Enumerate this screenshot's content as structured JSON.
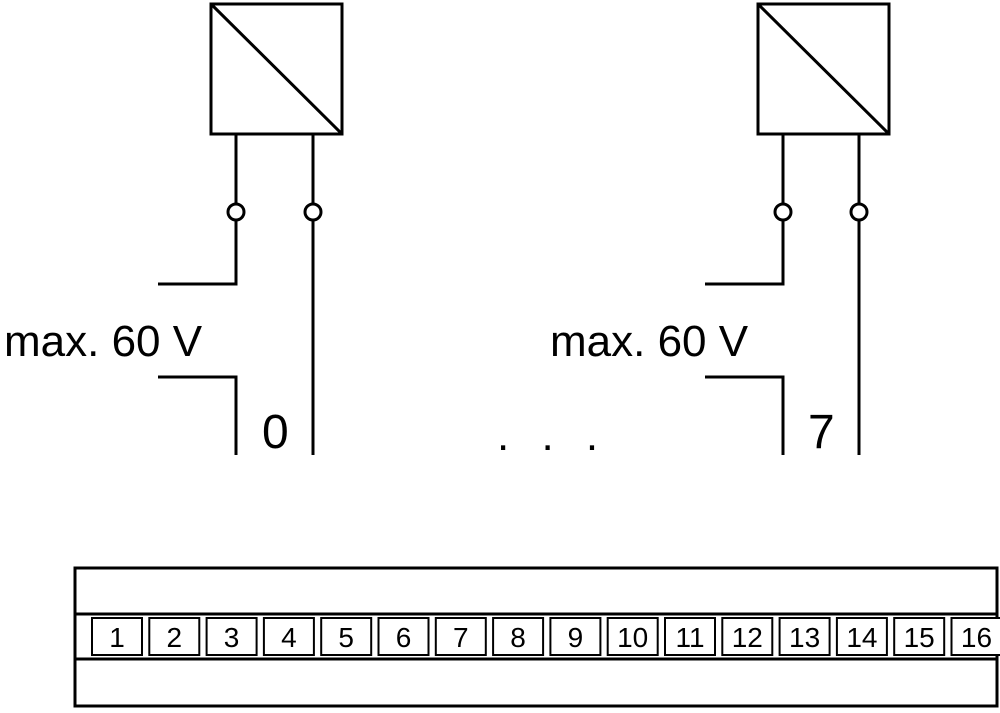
{
  "channels": [
    {
      "label": "0",
      "voltage_label": "max. 60 V"
    },
    {
      "label": "7",
      "voltage_label": "max. 60 V"
    }
  ],
  "ellipsis": ". . .",
  "terminals": [
    "1",
    "2",
    "3",
    "4",
    "5",
    "6",
    "7",
    "8",
    "9",
    "10",
    "11",
    "12",
    "13",
    "14",
    "15",
    "16"
  ],
  "colors": {
    "line": "#000000",
    "background": "#ffffff"
  }
}
